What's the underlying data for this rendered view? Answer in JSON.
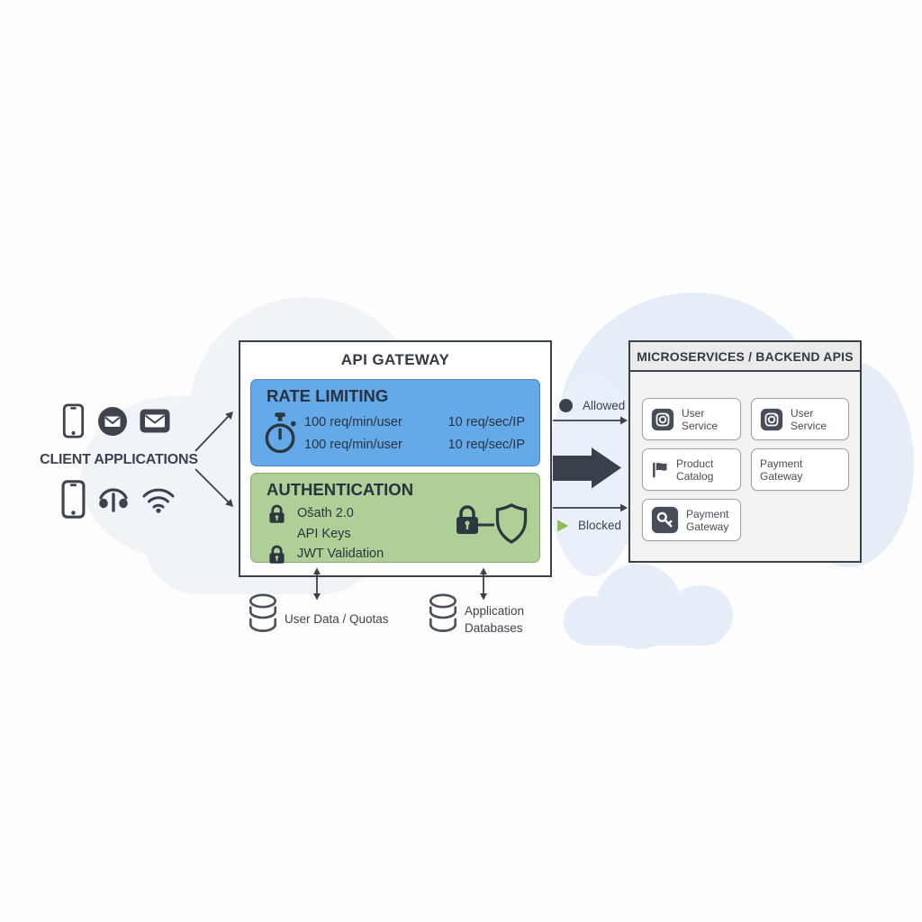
{
  "clients": {
    "label": "CLIENT APPLICATIONS",
    "icons_top": [
      "smartphone-icon",
      "mail-circle-icon",
      "mail-icon"
    ],
    "icons_bottom": [
      "smartphone-icon",
      "broadcast-icon",
      "wifi-icon"
    ]
  },
  "gateway": {
    "title": "API GATEWAY",
    "rate_limiting": {
      "title": "RATE LIMITING",
      "icon": "stopwatch-icon",
      "rows": [
        {
          "left": "100 req/min/user",
          "right": "10 req/sec/IP"
        },
        {
          "left": "100 req/min/user",
          "right": "10 req/sec/IP"
        }
      ]
    },
    "authentication": {
      "title": "AUTHENTICATION",
      "items": [
        {
          "icon": "lock-icon",
          "label": "Ošath 2.0"
        },
        {
          "icon": "",
          "label": "API Keys"
        },
        {
          "icon": "lock-icon",
          "label": "JWT Validation"
        }
      ],
      "side_icon": "lock-shield-icon"
    }
  },
  "flow": {
    "allowed": {
      "label": "Allowed",
      "marker": "dark-dot"
    },
    "blocked": {
      "label": "Blocked",
      "marker": "green-arrowhead"
    }
  },
  "microservices": {
    "title": "MICROSERVICES / BACKEND APIS",
    "services": [
      {
        "label": "User Service",
        "icon": "user-service-icon"
      },
      {
        "label": "User Service",
        "icon": "user-service-icon"
      },
      {
        "label": "Product Catalog",
        "icon": "product-catalog-icon"
      },
      {
        "label": "Payment Gateway",
        "icon": ""
      },
      {
        "label": "Payment Gateway",
        "icon": "payment-key-icon"
      }
    ]
  },
  "databases": [
    {
      "label": "User Data / Quotas",
      "icon": "database-icon"
    },
    {
      "label": "Application Databases",
      "icon": "database-icon"
    }
  ],
  "colors": {
    "dark": "#3a414b",
    "rate_limit_blue": "#64a9e8",
    "auth_green": "#aecf95",
    "blocked_green": "#8cbf4f",
    "cloud_blue": "#e5edf8",
    "panel_gray": "#f3f3f1"
  }
}
